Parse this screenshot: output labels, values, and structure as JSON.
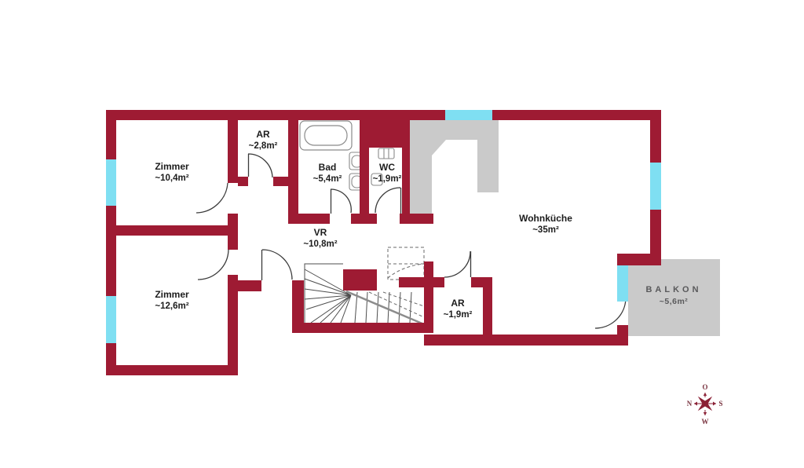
{
  "floorplan": {
    "rooms": {
      "zimmer1": {
        "name": "Zimmer",
        "area": "~10,4m²"
      },
      "ar_top": {
        "name": "AR",
        "area": "~2,8m²"
      },
      "bad": {
        "name": "Bad",
        "area": "~5,4m²"
      },
      "wc": {
        "name": "WC",
        "area": "~1,9m²"
      },
      "wohnkueche": {
        "name": "Wohnküche",
        "area": "~35m²"
      },
      "vr": {
        "name": "VR",
        "area": "~10,8m²"
      },
      "zimmer2": {
        "name": "Zimmer",
        "area": "~12,6m²"
      },
      "ar_bottom": {
        "name": "AR",
        "area": "~1,9m²"
      },
      "balkon": {
        "name": "BALKON",
        "area": "~5,6m²"
      }
    },
    "compass": {
      "top": "O",
      "left": "N",
      "right": "S",
      "bottom": "W"
    },
    "colors": {
      "wall": "#9e1b33",
      "window": "#7fdff2",
      "gray": "#cacaca"
    }
  }
}
